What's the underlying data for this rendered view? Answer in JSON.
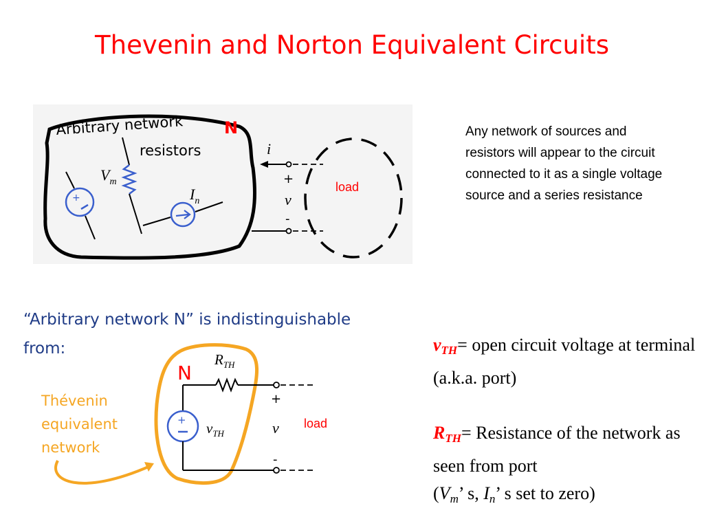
{
  "title": "Thevenin and Norton Equivalent Circuits",
  "fig1": {
    "network_label": "Arbitrary network",
    "network_letter": "N",
    "resistors_label": "resistors",
    "vm_main": "V",
    "vm_sub": "m",
    "in_main": "I",
    "in_sub": "n",
    "current": "i",
    "plus": "+",
    "voltage": "v",
    "minus": "-",
    "load": "load"
  },
  "fig2": {
    "heading_line1": "“Arbitrary network N” is indistinguishable",
    "heading_line2": "from:",
    "thevenin_line1": "Thévenin",
    "thevenin_line2": "equivalent",
    "thevenin_line3": "network",
    "network_letter": "N",
    "rth_main": "R",
    "rth_sub": "TH",
    "vth_main": "v",
    "vth_sub": "TH",
    "plus": "+",
    "voltage": "v",
    "minus": "-",
    "load": "load"
  },
  "description": "Any network of sources and resistors will appear to the circuit connected to it as a single voltage source and a series resistance",
  "definitions": {
    "vth_symbol": "v",
    "vth_sub": "TH",
    "vth_text": "= open circuit voltage at terminal (a.k.a. port)",
    "rth_symbol": "R",
    "rth_sub": "TH",
    "rth_text": "= Resistance of the network as seen from port",
    "paren_open": "(",
    "vm_symbol": "V",
    "vm_sub": "m",
    "apostrophe_s1": "’ s, ",
    "in_symbol": "I",
    "in_sub": "n",
    "apostrophe_s2": "’ s set to zero)"
  },
  "colors": {
    "title": "#ff0000",
    "accent_red": "#ff0000",
    "orange": "#f5a623",
    "blue": "#3a5fcd"
  }
}
